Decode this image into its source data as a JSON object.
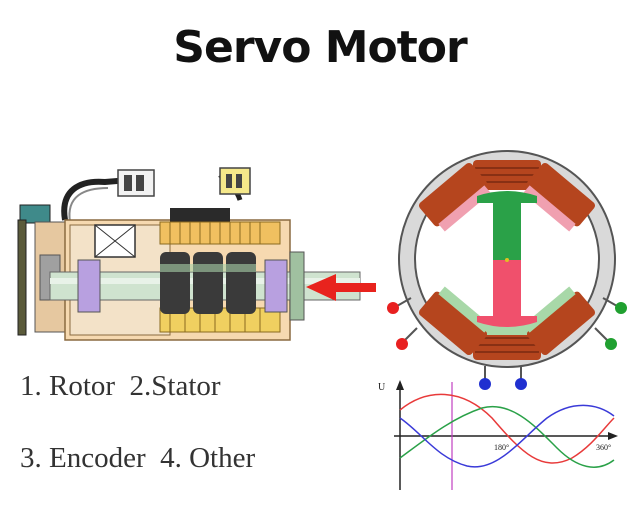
{
  "title": "Servo Motor",
  "legend": {
    "line1": "1. Rotor  2.Stator",
    "line2": "3. Encoder  4. Other"
  },
  "waveform": {
    "y_axis_label": "U",
    "tick_1": "180°",
    "tick_2": "360°"
  },
  "colors": {
    "arrow": "#e8231d",
    "coil": "#b5451e",
    "rotor_green": "#2aa148",
    "rotor_red": "#f0506c",
    "stator_ring": "#d9d9d9",
    "wave_red": "#e83a3a",
    "wave_green": "#2aa148",
    "wave_blue": "#3a3ad8",
    "cursor_line": "#c040c0"
  },
  "icons": {
    "motor": "servo-motor-cutaway-illustration",
    "arrow": "red-arrow-icon",
    "stator": "stator-cross-section-diagram"
  }
}
